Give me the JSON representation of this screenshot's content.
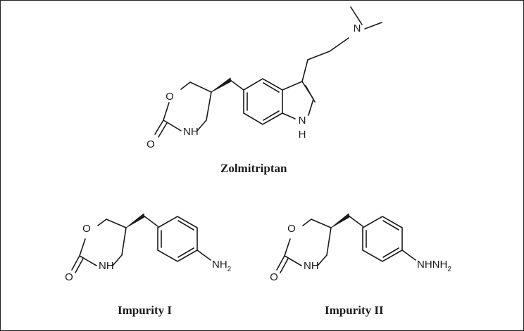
{
  "molecules": {
    "zolmitriptan": {
      "caption": "Zolmitriptan",
      "atoms": {
        "ring_o": "O",
        "carbonyl_o": "O",
        "nh": "NH",
        "indole_n": "N",
        "indole_h": "H",
        "amine_n": "N"
      }
    },
    "impurity_1": {
      "caption": "Impurity I",
      "atoms": {
        "ring_o": "O",
        "carbonyl_o": "O",
        "nh": "NH",
        "amino": "NH",
        "amino_sub": "2"
      }
    },
    "impurity_2": {
      "caption": "Impurity II",
      "atoms": {
        "ring_o": "O",
        "carbonyl_o": "O",
        "nh": "NH",
        "hydrazino": "NHNH",
        "hydrazino_sub": "2"
      }
    }
  }
}
